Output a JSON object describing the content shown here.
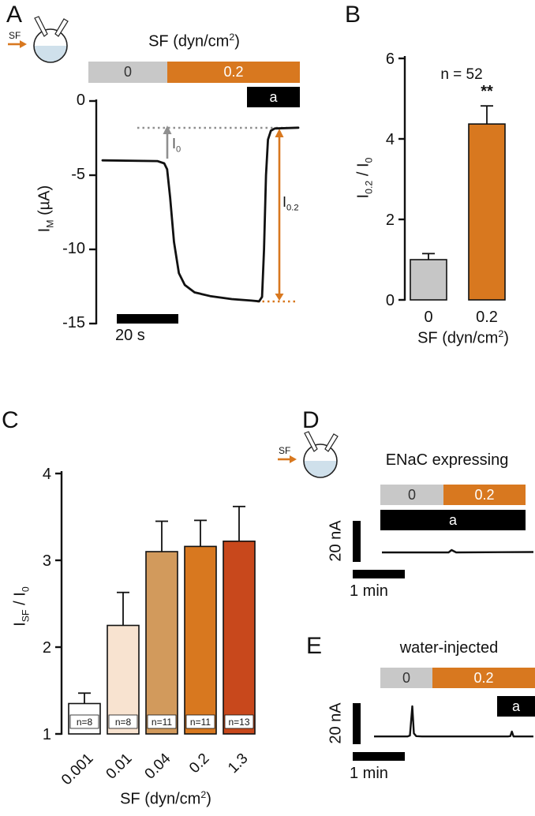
{
  "panels": {
    "a": "A",
    "b": "B",
    "c": "C",
    "d": "D",
    "e": "E"
  },
  "icons": {
    "sf_label": "SF"
  },
  "labels": {
    "dyn_pre": "SF (dyn/cm",
    "dyn_sup": "2",
    "dyn_post": ")",
    "a_y_pre": "I",
    "a_y_sub": "M",
    "a_y_post": " (µA)",
    "i0_pre": "I",
    "i0_sub": "0",
    "i02_pre": "I",
    "i02_sub": "0.2",
    "b_y_p1": "I",
    "b_y_s1": "0.2",
    "b_y_p2": " / I",
    "b_y_s2": "0",
    "c_y_p1": "I",
    "c_y_s1": "SF",
    "c_y_p2": " / I",
    "c_y_s2": "0"
  },
  "chart_data": [
    {
      "id": "panelA",
      "type": "line",
      "title": "SF (dyn/cm2)",
      "ylabel": "I_M (uA)",
      "yticks": [
        "0",
        "-5",
        "-10",
        "-15"
      ],
      "ylim": [
        -15,
        0
      ],
      "x_scalebar": "20 s",
      "stimulus": [
        {
          "label": "0",
          "color": "#c8c8c8"
        },
        {
          "label": "0.2",
          "color": "#d8781f"
        }
      ],
      "period_label": "a",
      "annotations": {
        "i0": "I0",
        "i02": "I0.2"
      },
      "trace": [
        [
          0.0,
          -4.0
        ],
        [
          0.28,
          -4.05
        ],
        [
          0.315,
          -4.2
        ],
        [
          0.33,
          -4.6
        ],
        [
          0.345,
          -6.5
        ],
        [
          0.365,
          -9.5
        ],
        [
          0.39,
          -11.6
        ],
        [
          0.42,
          -12.4
        ],
        [
          0.47,
          -12.9
        ],
        [
          0.55,
          -13.15
        ],
        [
          0.66,
          -13.35
        ],
        [
          0.76,
          -13.45
        ],
        [
          0.8,
          -13.5
        ],
        [
          0.815,
          -13.2
        ],
        [
          0.825,
          -10.0
        ],
        [
          0.835,
          -5.0
        ],
        [
          0.845,
          -2.6
        ],
        [
          0.86,
          -2.0
        ],
        [
          0.88,
          -1.85
        ],
        [
          1.0,
          -1.8
        ]
      ]
    },
    {
      "id": "panelB",
      "type": "bar",
      "categories": [
        "0",
        "0.2"
      ],
      "values": [
        1.0,
        4.37
      ],
      "errors": [
        0.15,
        0.45
      ],
      "colors": [
        "#c6c6c6",
        "#d8781f"
      ],
      "n_label": "n = 52",
      "significance": "**",
      "ylabel": "I0.2 / I0",
      "xlabel": "SF (dyn/cm2)",
      "yticks": [
        0,
        2,
        4,
        6
      ],
      "ylim": [
        0,
        6
      ]
    },
    {
      "id": "panelC",
      "type": "bar",
      "categories": [
        "0.001",
        "0.01",
        "0.04",
        "0.2",
        "1.3"
      ],
      "values": [
        1.35,
        2.25,
        3.1,
        3.16,
        3.22
      ],
      "errors": [
        0.12,
        0.38,
        0.35,
        0.3,
        0.4
      ],
      "n_labels": [
        "n=8",
        "n=8",
        "n=11",
        "n=11",
        "n=13"
      ],
      "colors": [
        "#ffffff",
        "#f8e3d0",
        "#d29a5c",
        "#d8781f",
        "#c8481c"
      ],
      "ylabel": "ISF / I0",
      "xlabel": "SF (dyn/cm2)",
      "yticks": [
        1,
        2,
        3,
        4
      ],
      "ylim": [
        1,
        4
      ]
    },
    {
      "id": "panelD",
      "type": "line",
      "title": "ENaC expressing",
      "stimulus": [
        {
          "label": "0",
          "color": "#c8c8c8"
        },
        {
          "label": "0.2",
          "color": "#d8781f"
        }
      ],
      "period_label": "a",
      "scalebar_v": "20 nA",
      "scalebar_h": "1 min",
      "trace": [
        [
          0,
          0
        ],
        [
          0.44,
          0
        ],
        [
          0.46,
          0.03
        ],
        [
          0.49,
          0
        ],
        [
          1,
          0.005
        ]
      ]
    },
    {
      "id": "panelE",
      "type": "line",
      "title": "water-injected",
      "stimulus": [
        {
          "label": "0",
          "color": "#c8c8c8"
        },
        {
          "label": "0.2",
          "color": "#d8781f"
        }
      ],
      "period_label": "a",
      "scalebar_v": "20 nA",
      "scalebar_h": "1 min",
      "trace": [
        [
          0,
          0.02
        ],
        [
          0.21,
          0.02
        ],
        [
          0.225,
          0.05
        ],
        [
          0.24,
          1.0
        ],
        [
          0.25,
          0.12
        ],
        [
          0.265,
          0.03
        ],
        [
          0.3,
          0.02
        ],
        [
          0.84,
          0.02
        ],
        [
          0.855,
          0.03
        ],
        [
          0.865,
          0.18
        ],
        [
          0.875,
          0.02
        ],
        [
          1,
          0.02
        ]
      ]
    }
  ]
}
